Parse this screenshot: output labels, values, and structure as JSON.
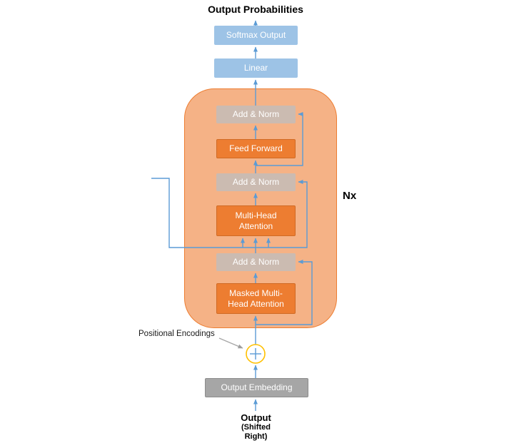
{
  "title": "Output Probabilities",
  "boxes": {
    "softmax": "Softmax Output",
    "linear": "Linear",
    "add_norm_top": "Add & Norm",
    "feed_forward": "Feed Forward",
    "add_norm_mid": "Add & Norm",
    "multi_head_attention": "Multi-Head Attention",
    "add_norm_bottom": "Add & Norm",
    "masked_multi_head_attention": "Masked Multi-Head Attention",
    "output_embedding": "Output Embedding"
  },
  "labels": {
    "nx": "Nx",
    "positional_encodings": "Positional Encodings",
    "output": "Output",
    "shifted": "(Shifted",
    "right": "Right)"
  },
  "colors": {
    "arrow_blue": "#5B9BD5",
    "box_blue": "#9DC3E6",
    "box_orange": "#ED7D31",
    "container_orange": "#F5B286",
    "add_norm_gray": "#CBBBB1",
    "embedding_gray": "#A6A6A6",
    "circle_yellow": "#FFC000",
    "annotation_gray": "#A6A6A6"
  }
}
